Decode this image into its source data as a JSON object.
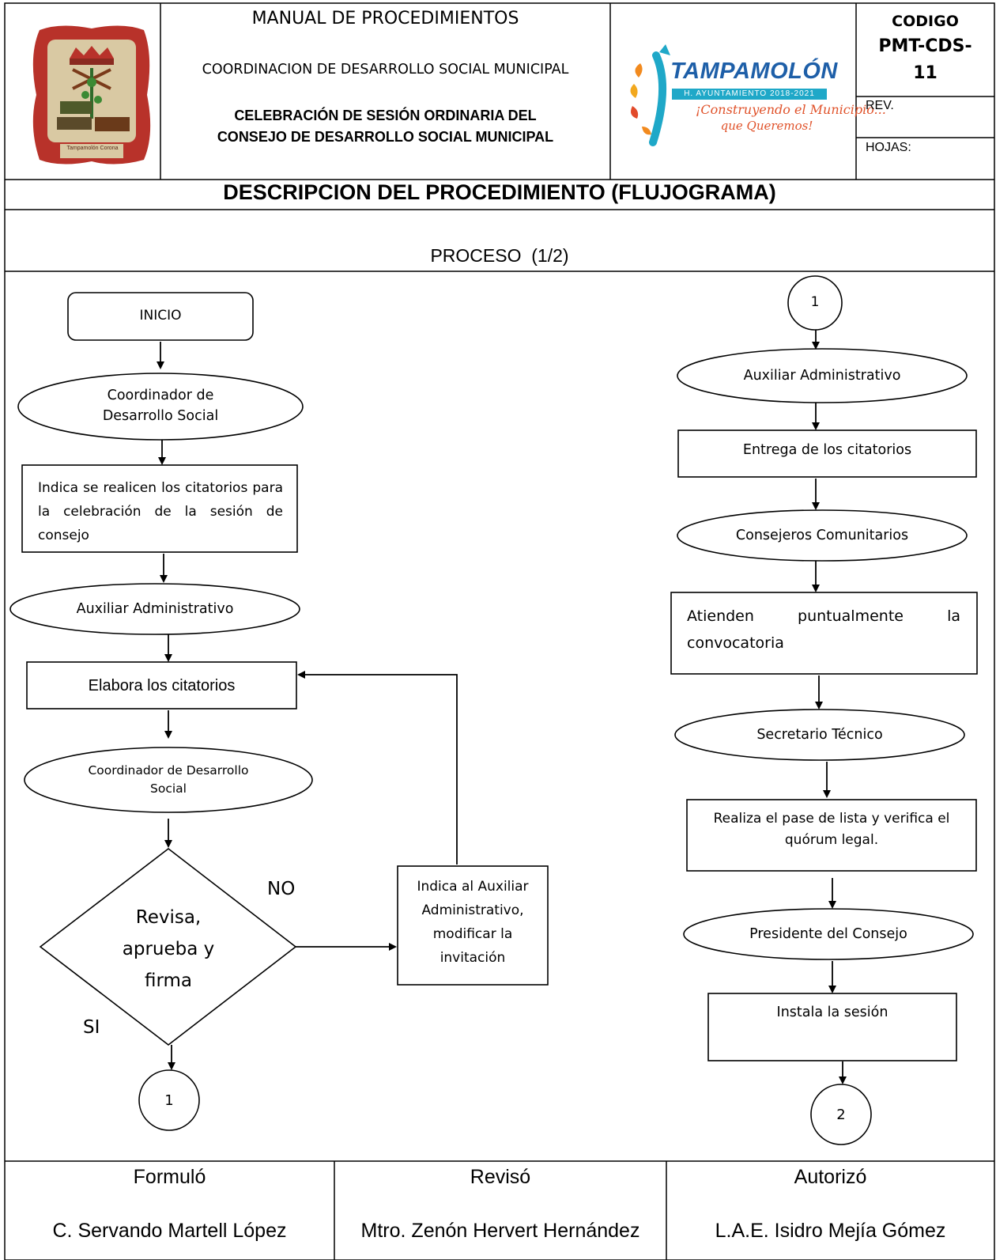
{
  "header": {
    "manual_title": "MANUAL DE PROCEDIMIENTOS",
    "department": "COORDINACION DE DESARROLLO SOCIAL MUNICIPAL",
    "procedure_line1": "CELEBRACIÓN DE SESIÓN ORDINARIA DEL",
    "procedure_line2": "CONSEJO DE DESARROLLO SOCIAL MUNICIPAL",
    "code_label": "CODIGO",
    "code_value_line1": "PMT-CDS-",
    "code_value_line2": "11",
    "rev_label": "REV.",
    "sheets_label": "HOJAS:",
    "seal_caption": "Tampamolón Corona",
    "brand_name": "TAMPAMOLÓN",
    "brand_sub": "H. AYUNTAMIENTO 2018-2021",
    "brand_slogan_line1": "¡Construyendo el Municipio...",
    "brand_slogan_line2": "que Queremos!"
  },
  "section_title": "DESCRIPCION DEL PROCEDIMIENTO (FLUJOGRAMA)",
  "process_label": "PROCESO  (1/2)",
  "flow_left": {
    "start": "INICIO",
    "actor1_line1": "Coordinador de",
    "actor1_line2": "Desarrollo Social",
    "step1": "Indica se realicen los citatorios para la celebración de la sesión de consejo",
    "actor2": "Auxiliar Administrativo",
    "step2": "Elabora los citatorios",
    "actor3_line1": "Coordinador de Desarrollo",
    "actor3_line2": "Social",
    "decision_line1": "Revisa,",
    "decision_line2": "aprueba y",
    "decision_line3": "firma",
    "no_label": "NO",
    "yes_label": "SI",
    "correction_line1": "Indica al Auxiliar",
    "correction_line2": "Administrativo,",
    "correction_line3": "modificar la",
    "correction_line4": "invitación",
    "connector_out": "1"
  },
  "flow_right": {
    "connector_in": "1",
    "actor1": "Auxiliar Administrativo",
    "step1": "Entrega de los citatorios",
    "actor2": "Consejeros Comunitarios",
    "step2_word1": "Atienden",
    "step2_word2": "puntualmente",
    "step2_word3": "la",
    "step2_line2": "convocatoria",
    "actor3": "Secretario Técnico",
    "step3_line1": "Realiza el pase de lista y verifica el",
    "step3_line2": "quórum legal.",
    "actor4": "Presidente del Consejo",
    "step4": "Instala la sesión",
    "connector_out": "2"
  },
  "footer": {
    "formulo_label": "Formuló",
    "reviso_label": "Revisó",
    "autorizo_label": "Autorizó",
    "formulo_name": "C. Servando Martell López",
    "reviso_name": "Mtro. Zenón Hervert Hernández",
    "autorizo_name": "L.A.E. Isidro Mejía Gómez"
  },
  "colors": {
    "border": "#000000",
    "brand_blue": "#1e5fa8",
    "brand_cyan": "#1fa8c8",
    "brand_orange": "#f28a1e",
    "seal_red": "#b8322a",
    "seal_tan": "#d9c9a3"
  }
}
